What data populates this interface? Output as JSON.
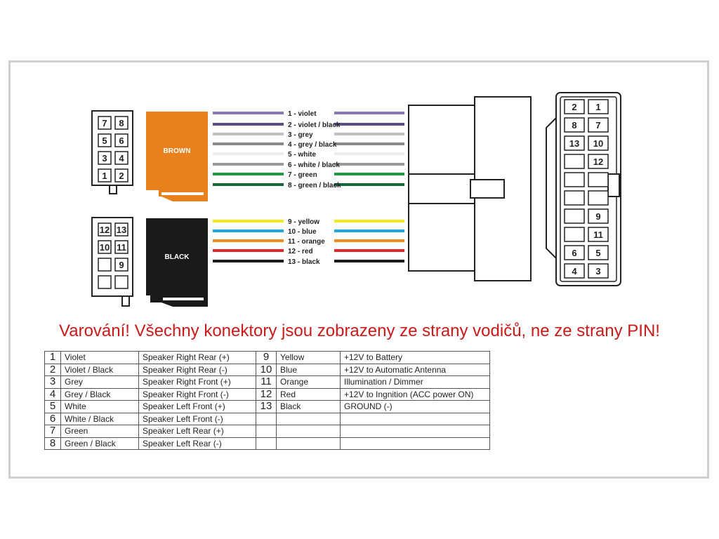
{
  "warning_text": "Varování! Všechny konektory jsou zobrazeny ze strany vodičů, ne ze strany PIN!",
  "connectors": {
    "brown": {
      "label": "BROWN",
      "color": "#e8801c"
    },
    "black": {
      "label": "BLACK",
      "color": "#1a1a1a"
    }
  },
  "small_connector_brown": {
    "pins": [
      "7",
      "8",
      "5",
      "6",
      "3",
      "4",
      "1",
      "2"
    ]
  },
  "small_connector_black": {
    "pins": [
      "12",
      "13",
      "10",
      "11",
      "",
      "9",
      "",
      ""
    ]
  },
  "wires": [
    {
      "label": "1 - violet",
      "color": "#8878b8"
    },
    {
      "label": "2 - violet / black",
      "color": "#5a4e88"
    },
    {
      "label": "3 - grey",
      "color": "#c0c0c0"
    },
    {
      "label": "4 - grey / black",
      "color": "#8a8a8a"
    },
    {
      "label": "5 - white",
      "color": "#ececec"
    },
    {
      "label": "6 - white / black",
      "color": "#9a9a9a"
    },
    {
      "label": "7 - green",
      "color": "#1e9a44"
    },
    {
      "label": "8 - green / black",
      "color": "#14683a"
    },
    {
      "label": "9 - yellow",
      "color": "#f2e81e"
    },
    {
      "label": "10 - blue",
      "color": "#1ea6e0"
    },
    {
      "label": "11 - orange",
      "color": "#ee8a22"
    },
    {
      "label": "12 - red",
      "color": "#e0262c"
    },
    {
      "label": "13 - black",
      "color": "#1a1a1a"
    }
  ],
  "iso_connector": {
    "rows": [
      [
        "2",
        "1"
      ],
      [
        "8",
        "7"
      ],
      [
        "13",
        "10"
      ],
      [
        "",
        "12"
      ],
      [
        "",
        ""
      ],
      [
        "",
        ""
      ],
      [
        "",
        "9"
      ],
      [
        "",
        "11"
      ],
      [
        "6",
        "5"
      ],
      [
        "4",
        "3"
      ]
    ]
  },
  "pin_table": [
    {
      "num": "1",
      "color": "Violet",
      "func": "Speaker Right Rear (+)",
      "num2": "9",
      "color2": "Yellow",
      "func2": "+12V to Battery"
    },
    {
      "num": "2",
      "color": "Violet / Black",
      "func": "Speaker Right Rear (-)",
      "num2": "10",
      "color2": "Blue",
      "func2": "+12V to Automatic Antenna"
    },
    {
      "num": "3",
      "color": "Grey",
      "func": "Speaker Right Front (+)",
      "num2": "11",
      "color2": "Orange",
      "func2": "Illumination / Dimmer"
    },
    {
      "num": "4",
      "color": "Grey / Black",
      "func": "Speaker Right Front (-)",
      "num2": "12",
      "color2": "Red",
      "func2": "+12V to Ingnition (ACC power ON)"
    },
    {
      "num": "5",
      "color": "White",
      "func": "Speaker Left Front (+)",
      "num2": "13",
      "color2": "Black",
      "func2": "GROUND (-)"
    },
    {
      "num": "6",
      "color": "White / Black",
      "func": "Speaker Left Front (-)",
      "num2": "",
      "color2": "",
      "func2": ""
    },
    {
      "num": "7",
      "color": "Green",
      "func": "Speaker Left Rear (+)",
      "num2": "",
      "color2": "",
      "func2": ""
    },
    {
      "num": "8",
      "color": "Green / Black",
      "func": "Speaker Left Rear (-)",
      "num2": "",
      "color2": "",
      "func2": ""
    }
  ]
}
